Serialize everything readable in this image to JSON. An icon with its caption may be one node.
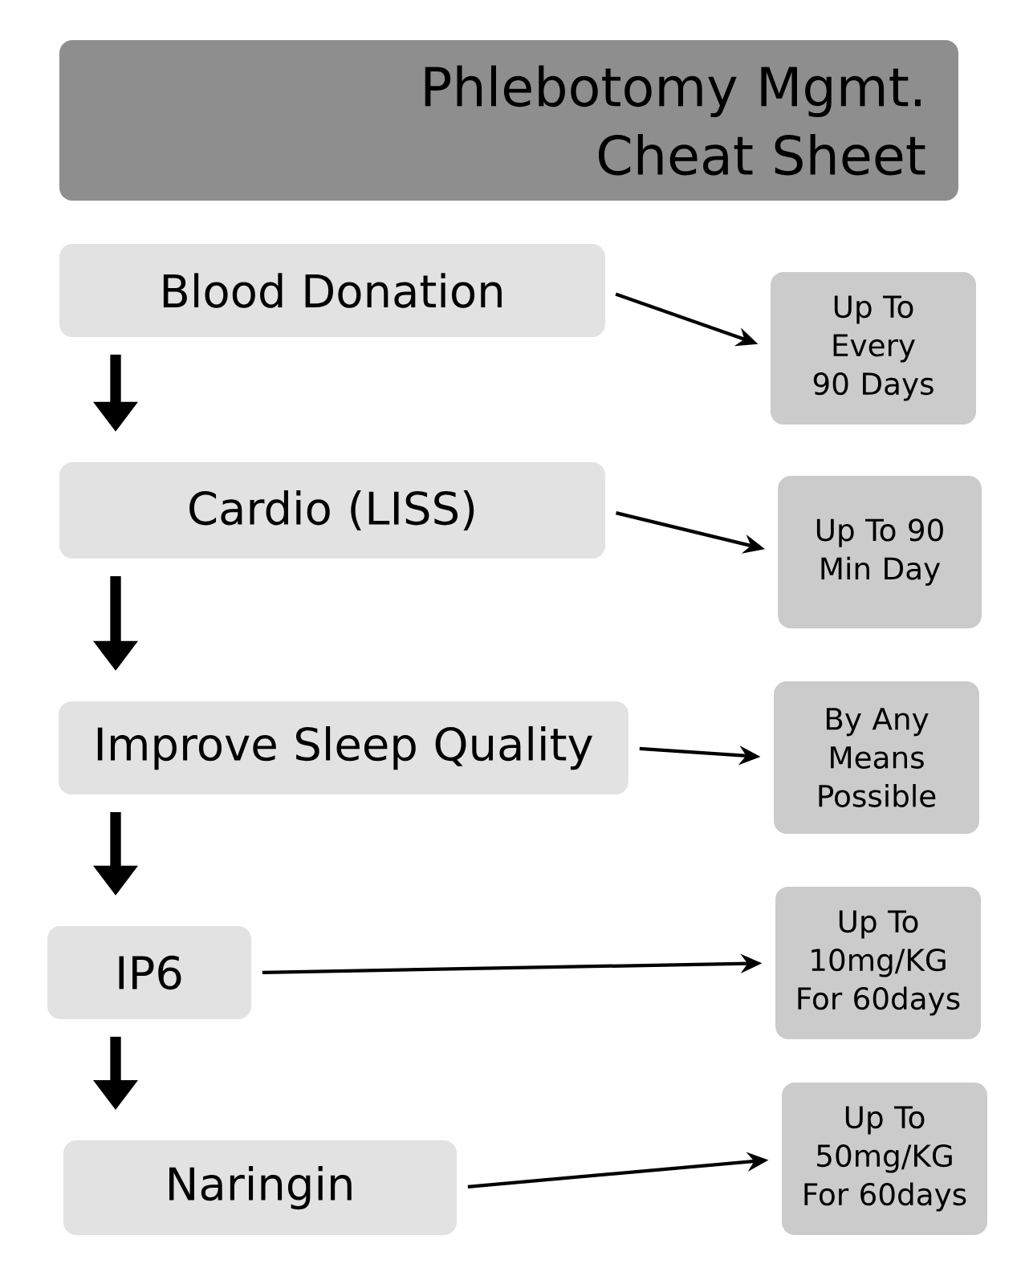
{
  "diagram": {
    "nodes": [
      {
        "text": [
          "Phlebotomy Mgmt. Cheat Sheet"
        ]
      },
      {
        "text": [
          "Blood Donation"
        ]
      },
      {
        "text": [
          "Up To Every 90 Days"
        ]
      },
      {
        "text": [
          "Cardio (LISS)"
        ]
      },
      {
        "text": [
          "Up To 90 Min Day"
        ]
      },
      {
        "text": [
          "Improve Sleep Quality"
        ]
      },
      {
        "text": [
          "By Any Means Possible"
        ]
      },
      {
        "text": [
          "IP6"
        ]
      },
      {
        "text": [
          "Up To 10mg/KG For 60days"
        ]
      },
      {
        "text": [
          "Naringin"
        ]
      },
      {
        "text": [
          "Up To 50mg/KG For 60days"
        ]
      }
    ],
    "edges": [
      {
        "from": 1,
        "to": 2,
        "arrow": "to"
      },
      {
        "from": 1,
        "to": 3,
        "arrow": "to",
        "style": "thick"
      },
      {
        "from": 3,
        "to": 4,
        "arrow": "to"
      },
      {
        "from": 3,
        "to": 5,
        "arrow": "to",
        "style": "thick"
      },
      {
        "from": 5,
        "to": 6,
        "arrow": "to"
      },
      {
        "from": 5,
        "to": 7,
        "arrow": "to",
        "style": "thick"
      },
      {
        "from": 7,
        "to": 8,
        "arrow": "to"
      },
      {
        "from": 7,
        "to": 9,
        "arrow": "to",
        "style": "thick"
      },
      {
        "from": 9,
        "to": 10,
        "arrow": "to"
      }
    ]
  }
}
